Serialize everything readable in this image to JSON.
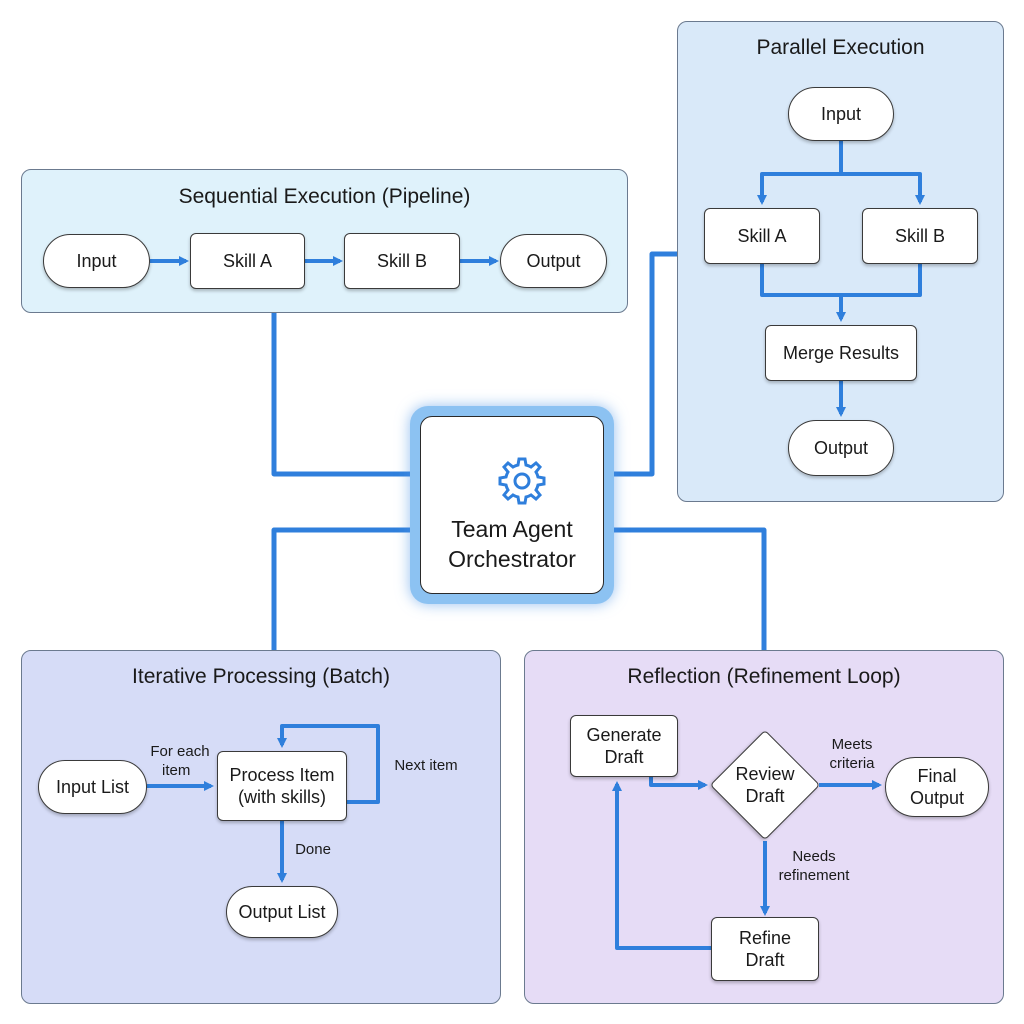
{
  "colors": {
    "connector": "#2f7fdc",
    "seq_bg": "#dff2fb",
    "par_bg": "#d9e9f9",
    "iter_bg": "#d6dcf7",
    "refl_bg": "#e6dcf6",
    "orchestrator_glow": "#8cc2f2"
  },
  "orchestrator": {
    "icon": "gear-icon",
    "line1": "Team Agent",
    "line2": "Orchestrator"
  },
  "sequential": {
    "title": "Sequential Execution (Pipeline)",
    "input": "Input",
    "skill_a": "Skill A",
    "skill_b": "Skill B",
    "output": "Output"
  },
  "parallel": {
    "title": "Parallel Execution",
    "input": "Input",
    "skill_a": "Skill A",
    "skill_b": "Skill B",
    "merge": "Merge Results",
    "output": "Output"
  },
  "iterative": {
    "title": "Iterative Processing (Batch)",
    "input_list": "Input List",
    "for_each_1": "For each",
    "for_each_2": "item",
    "process_1": "Process Item",
    "process_2": "(with skills)",
    "next_item": "Next item",
    "done": "Done",
    "output_list": "Output List"
  },
  "reflection": {
    "title": "Reflection (Refinement Loop)",
    "generate_1": "Generate",
    "generate_2": "Draft",
    "review_1": "Review",
    "review_2": "Draft",
    "meets_1": "Meets",
    "meets_2": "criteria",
    "final_1": "Final",
    "final_2": "Output",
    "needs_1": "Needs",
    "needs_2": "refinement",
    "refine_1": "Refine",
    "refine_2": "Draft"
  }
}
